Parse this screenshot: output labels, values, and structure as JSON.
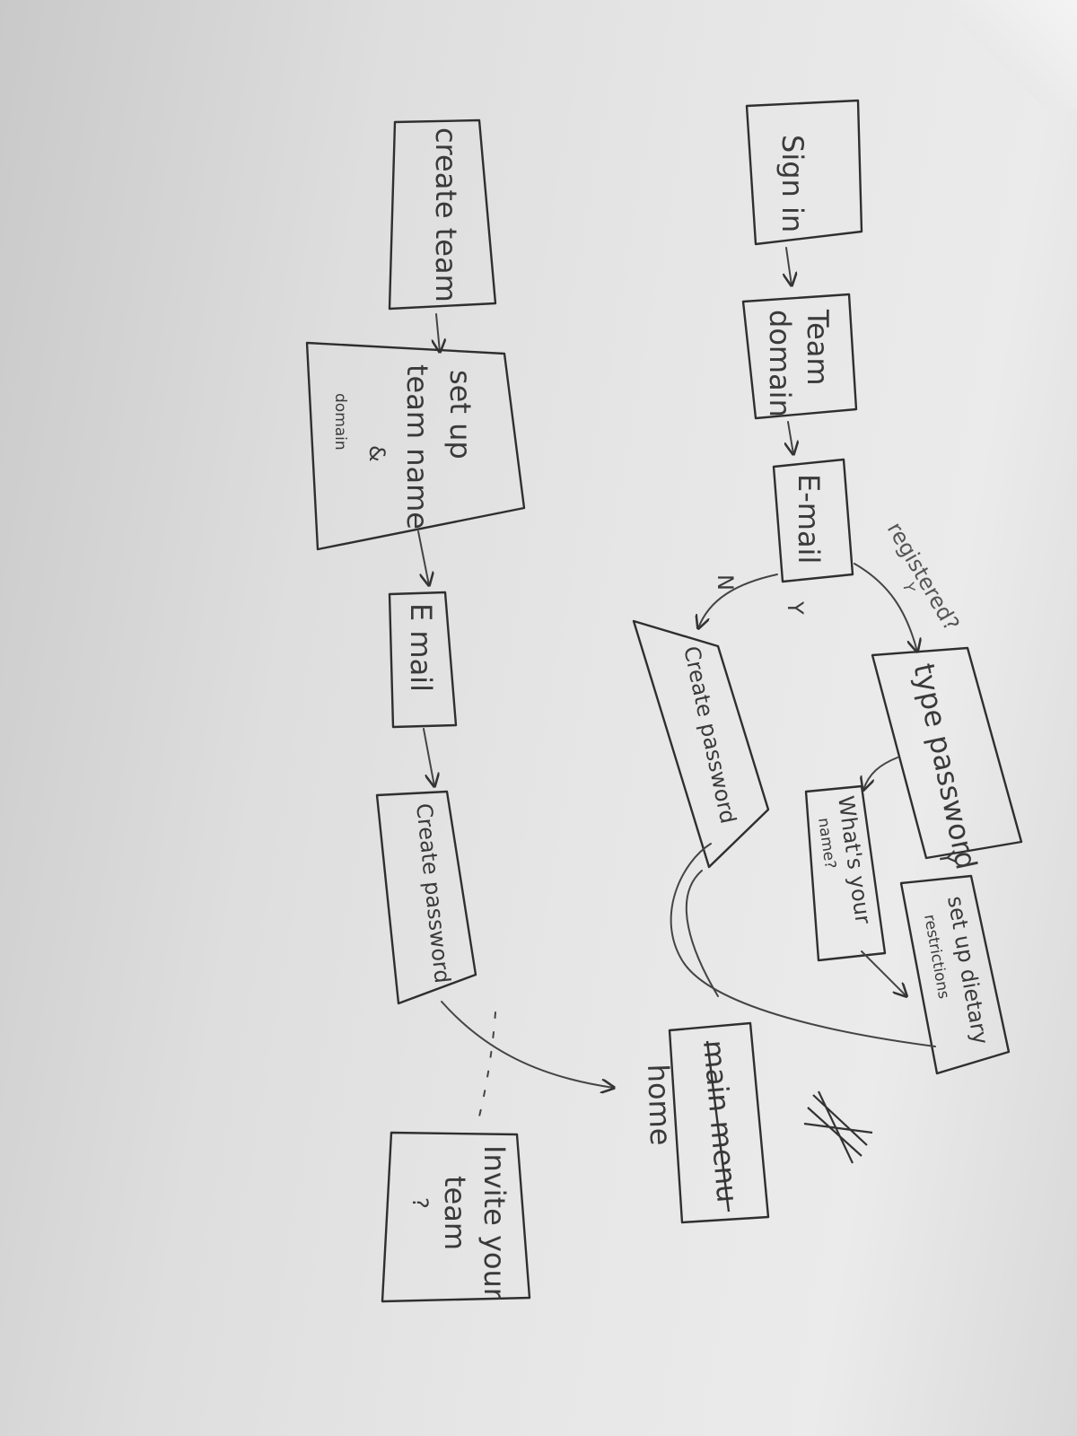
{
  "nodes": {
    "sign_in": "Sign in",
    "team_domain_1": "Team",
    "team_domain_2": "domain",
    "email_top": "E-mail",
    "registered": "registered?",
    "yes_mark": "Y",
    "no_mark": "N",
    "type_password": "type password",
    "create_password_top": "Create password",
    "whats_your_name_1": "What's your",
    "whats_your_name_2": "name?",
    "dietary_1": "set up dietary",
    "dietary_2": "restrictions",
    "main_menu": "main menu",
    "home": "home",
    "create_team": "create team",
    "setup_team_1": "set up",
    "setup_team_2": "team name",
    "setup_team_3": "&",
    "setup_team_4": "domain",
    "email_bottom": "E mail",
    "create_password_bottom": "Create password",
    "invite_1": "Invite your",
    "invite_2": "team",
    "invite_3": "?"
  },
  "colors": {
    "ink": "#2f2f2f",
    "paper": "#e4e4e4"
  }
}
